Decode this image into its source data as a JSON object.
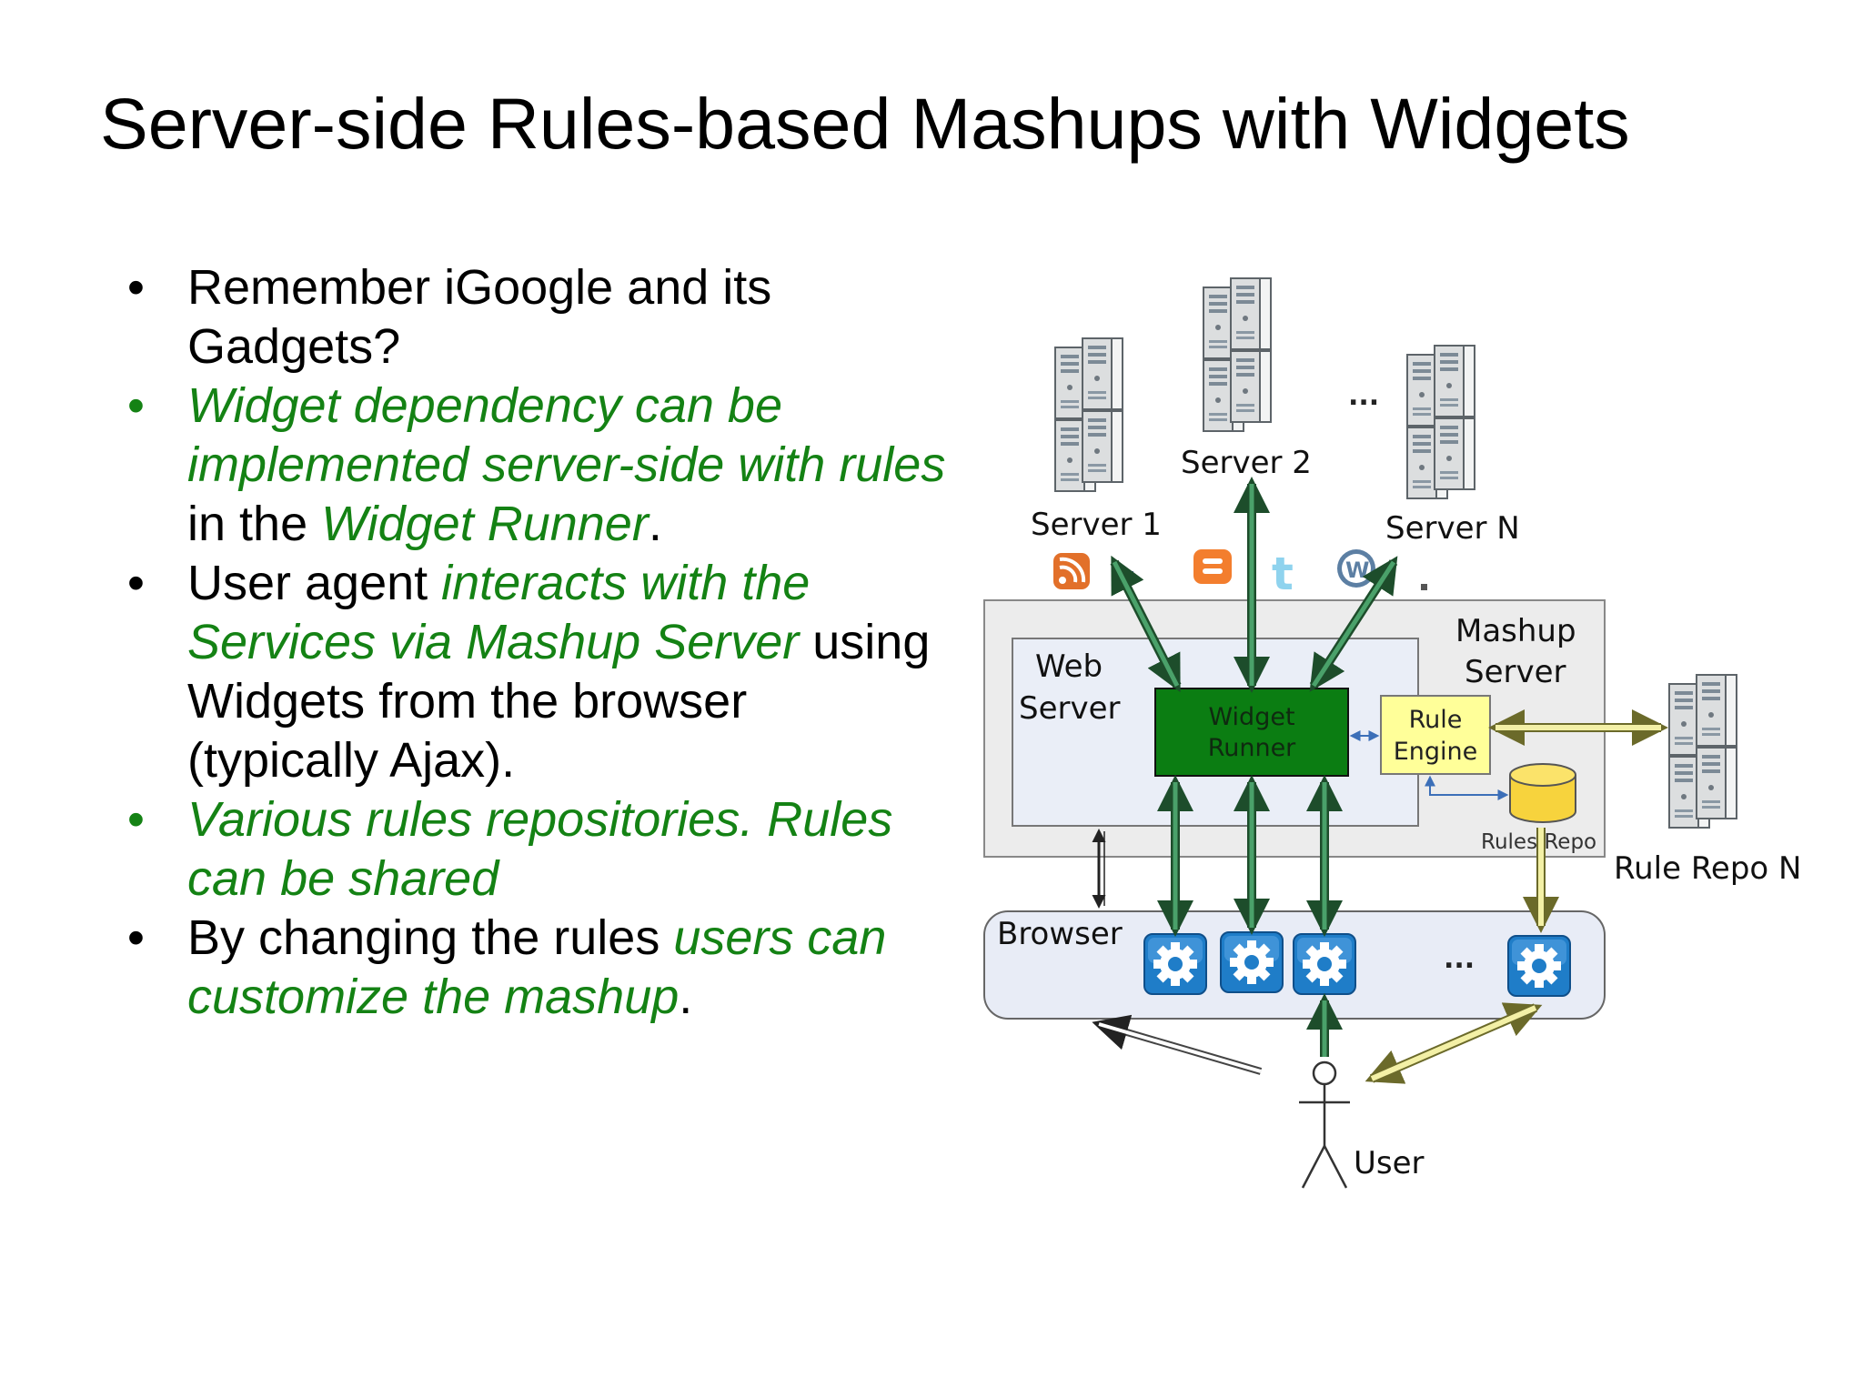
{
  "title": "Server-side Rules-based Mashups with Widgets",
  "bullets": [
    {
      "green": false,
      "spans": [
        {
          "t": "Remember iGoogle and its Gadgets?",
          "g": false
        }
      ]
    },
    {
      "green": true,
      "spans": [
        {
          "t": "Widget dependency can be implemented server-side with rules",
          "g": true
        },
        {
          "t": " in the ",
          "g": false
        },
        {
          "t": "Widget Runner",
          "g": true
        },
        {
          "t": ".",
          "g": false
        }
      ]
    },
    {
      "green": false,
      "spans": [
        {
          "t": "User agent ",
          "g": false
        },
        {
          "t": "interacts with the Services via Mashup Server",
          "g": true
        },
        {
          "t": " using Widgets from the browser (typically Ajax).",
          "g": false
        }
      ]
    },
    {
      "green": true,
      "spans": [
        {
          "t": "Various rules repositories. Rules can be shared",
          "g": true
        }
      ]
    },
    {
      "green": false,
      "spans": [
        {
          "t": "By changing the rules ",
          "g": false
        },
        {
          "t": "users can customize the mashup",
          "g": true
        },
        {
          "t": ".",
          "g": false
        }
      ]
    }
  ],
  "diagram": {
    "server1": "Server 1",
    "server2": "Server 2",
    "server_n": "Server N",
    "ellipsis_servers": "...",
    "mashup_server_line1": "Mashup",
    "mashup_server_line2": "Server",
    "web_server_line1": "Web",
    "web_server_line2": "Server",
    "widget_runner_line1": "Widget",
    "widget_runner_line2": "Runner",
    "rule_engine_line1": "Rule",
    "rule_engine_line2": "Engine",
    "rules_repo": "Rules Repo",
    "rule_repo_n": "Rule Repo N",
    "browser": "Browser",
    "ellipsis_widgets": "...",
    "user": "User",
    "icons": {
      "rss": "rss-icon",
      "facebook": "facebook-icon",
      "blogger": "blogger-icon",
      "twitter": "twitter-icon",
      "wordpress": "wordpress-icon",
      "widget": "gear-icon"
    },
    "colors": {
      "widget_runner": "#0b7d12",
      "rule_engine": "#ffff99",
      "mashup_box": "#ececec",
      "browser_box": "#e8ecf6",
      "arrow_green": "#2d6a3c",
      "arrow_yellow": "#f3f0a6",
      "gear": "#1f7dc8"
    }
  }
}
